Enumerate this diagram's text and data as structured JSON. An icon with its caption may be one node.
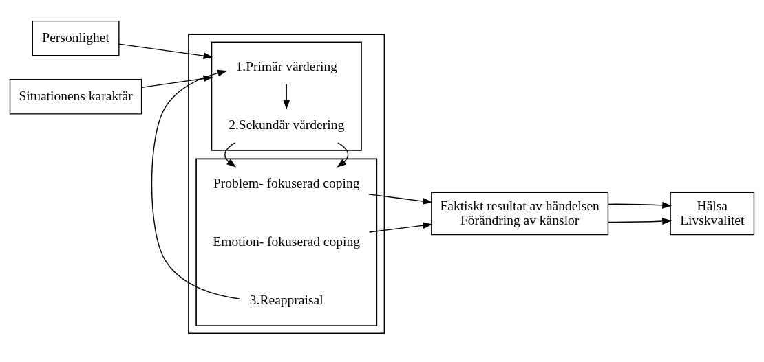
{
  "diagram": {
    "nodes": [
      {
        "text": [
          "Personlighet"
        ]
      },
      {
        "text": [
          "Situationens karaktär"
        ]
      },
      {
        "text": [],
        "shape": "box"
      },
      {
        "text": [],
        "shape": "box",
        "in": 2
      },
      {
        "text": [
          "1.Primär värdering"
        ],
        "in": 3
      },
      {
        "text": [
          "2.Sekundär värdering"
        ],
        "in": 3
      },
      {
        "text": [],
        "shape": "box",
        "in": 2
      },
      {
        "text": [
          "Problem- fokuserad coping"
        ],
        "in": 6
      },
      {
        "text": [
          "Emotion- fokuserad coping"
        ],
        "in": 6
      },
      {
        "text": [
          "3.Reappraisal"
        ],
        "in": 6
      },
      {
        "text": [
          "Faktiskt resultat av händelsen",
          "Förändring av känslor"
        ]
      },
      {
        "text": [
          "Hälsa",
          "Livskvalitet"
        ]
      }
    ],
    "edges": [
      {
        "from": 0,
        "to": 3,
        "arrow": "to"
      },
      {
        "from": 1,
        "to": 3,
        "arrow": "to"
      },
      {
        "from": 4,
        "to": 5,
        "arrow": "to"
      },
      {
        "from": 5,
        "to": 6,
        "arrow": "to"
      },
      {
        "from": 9,
        "to": 4,
        "arrow": "to"
      },
      {
        "from": 7,
        "to": 10,
        "arrow": "to"
      },
      {
        "from": 8,
        "to": 10,
        "arrow": "to"
      },
      {
        "from": 10,
        "to": 11,
        "arrow": "to"
      },
      {
        "from": 10,
        "to": 11,
        "arrow": "to"
      }
    ]
  }
}
